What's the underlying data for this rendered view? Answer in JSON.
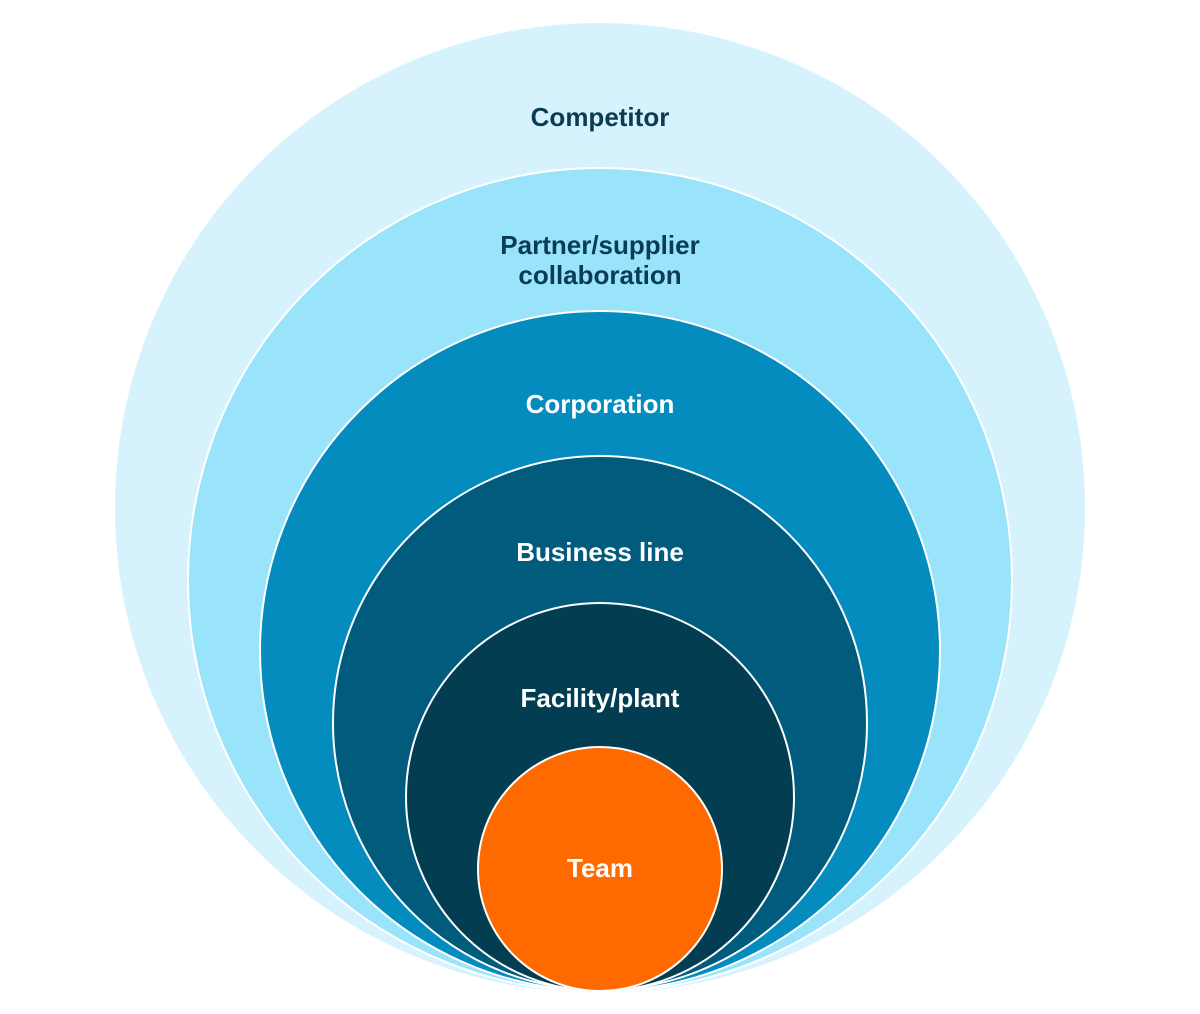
{
  "diagram": {
    "type": "nested-circles",
    "rings": [
      {
        "id": "competitor",
        "lines": [
          "Competitor"
        ],
        "fill": "#d6f3fd",
        "text_color": "#0a3d52"
      },
      {
        "id": "partner",
        "lines": [
          "Partner/supplier",
          "collaboration"
        ],
        "fill": "#99e4fb",
        "text_color": "#0a3d52"
      },
      {
        "id": "corporation",
        "lines": [
          "Corporation"
        ],
        "fill": "#038cbd",
        "text_color": "#ffffff"
      },
      {
        "id": "business-line",
        "lines": [
          "Business line"
        ],
        "fill": "#005b7d",
        "text_color": "#ffffff"
      },
      {
        "id": "facility",
        "lines": [
          "Facility/plant"
        ],
        "fill": "#033d52",
        "text_color": "#ffffff"
      },
      {
        "id": "team",
        "lines": [
          "Team"
        ],
        "fill": "#ff6a00",
        "text_color": "#ffffff"
      }
    ]
  }
}
